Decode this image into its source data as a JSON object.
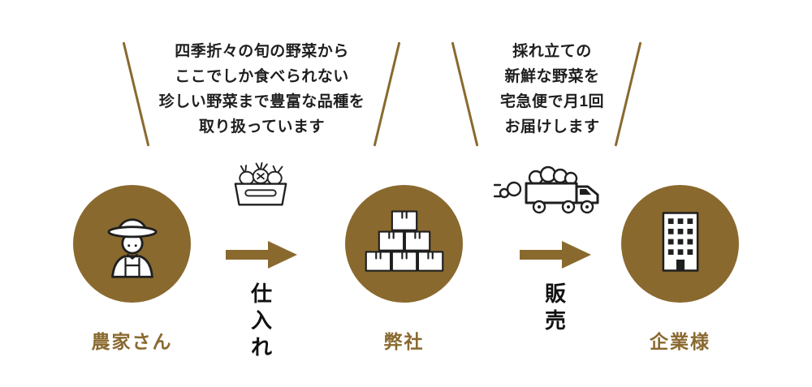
{
  "colors": {
    "brand": "#8a692f",
    "ink": "#1f1f1f",
    "background": "#ffffff"
  },
  "callouts": [
    {
      "lines": [
        "四季折々の旬の野菜から",
        "ここでしか食べられない",
        "珍しい野菜まで豊富な品種を",
        "取り扱っています"
      ]
    },
    {
      "lines": [
        "採れ立ての",
        "新鮮な野菜を",
        "宅急便で月1回",
        "お届けします"
      ]
    }
  ],
  "flow": {
    "stages": [
      {
        "label": "農家さん",
        "icon": "farmer-icon"
      },
      {
        "label": "弊社",
        "icon": "stacked-boxes-icon"
      },
      {
        "label": "企業様",
        "icon": "office-building-icon"
      }
    ],
    "steps": [
      {
        "label": "仕入れ",
        "icon": "vegetable-crate-icon"
      },
      {
        "label": "販売",
        "icon": "delivery-truck-icon"
      }
    ]
  }
}
